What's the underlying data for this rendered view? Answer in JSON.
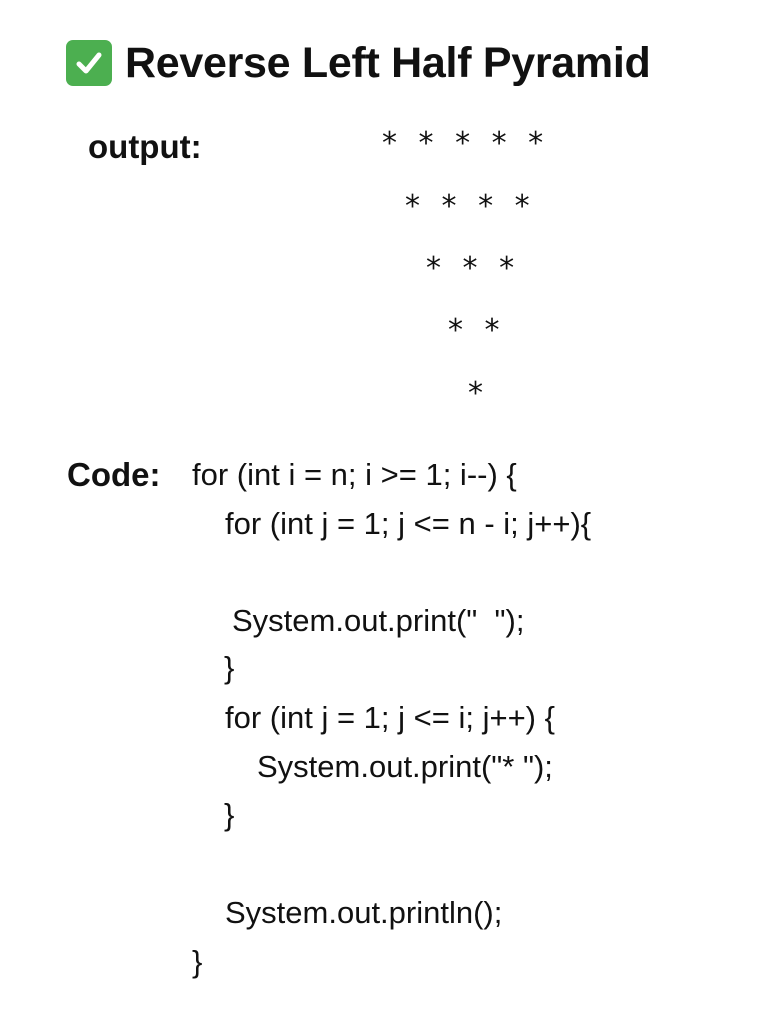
{
  "title": {
    "icon": "white-check-mark-on-green",
    "icon_color": "#4caf50",
    "text": "Reverse Left Half Pyramid"
  },
  "output": {
    "label": "output:",
    "rows": [
      "* * * * *",
      "* * * *",
      "* * *",
      "* *",
      "*"
    ]
  },
  "code": {
    "label": "Code:",
    "lines": [
      "for (int i = n; i >= 1; i--) {",
      "for (int j = 1; j <= n - i; j++){",
      "System.out.print(\"  \");",
      "}",
      "for (int j = 1; j <= i; j++) {",
      "System.out.print(\"* \");",
      "}",
      "System.out.println();",
      "}"
    ]
  }
}
